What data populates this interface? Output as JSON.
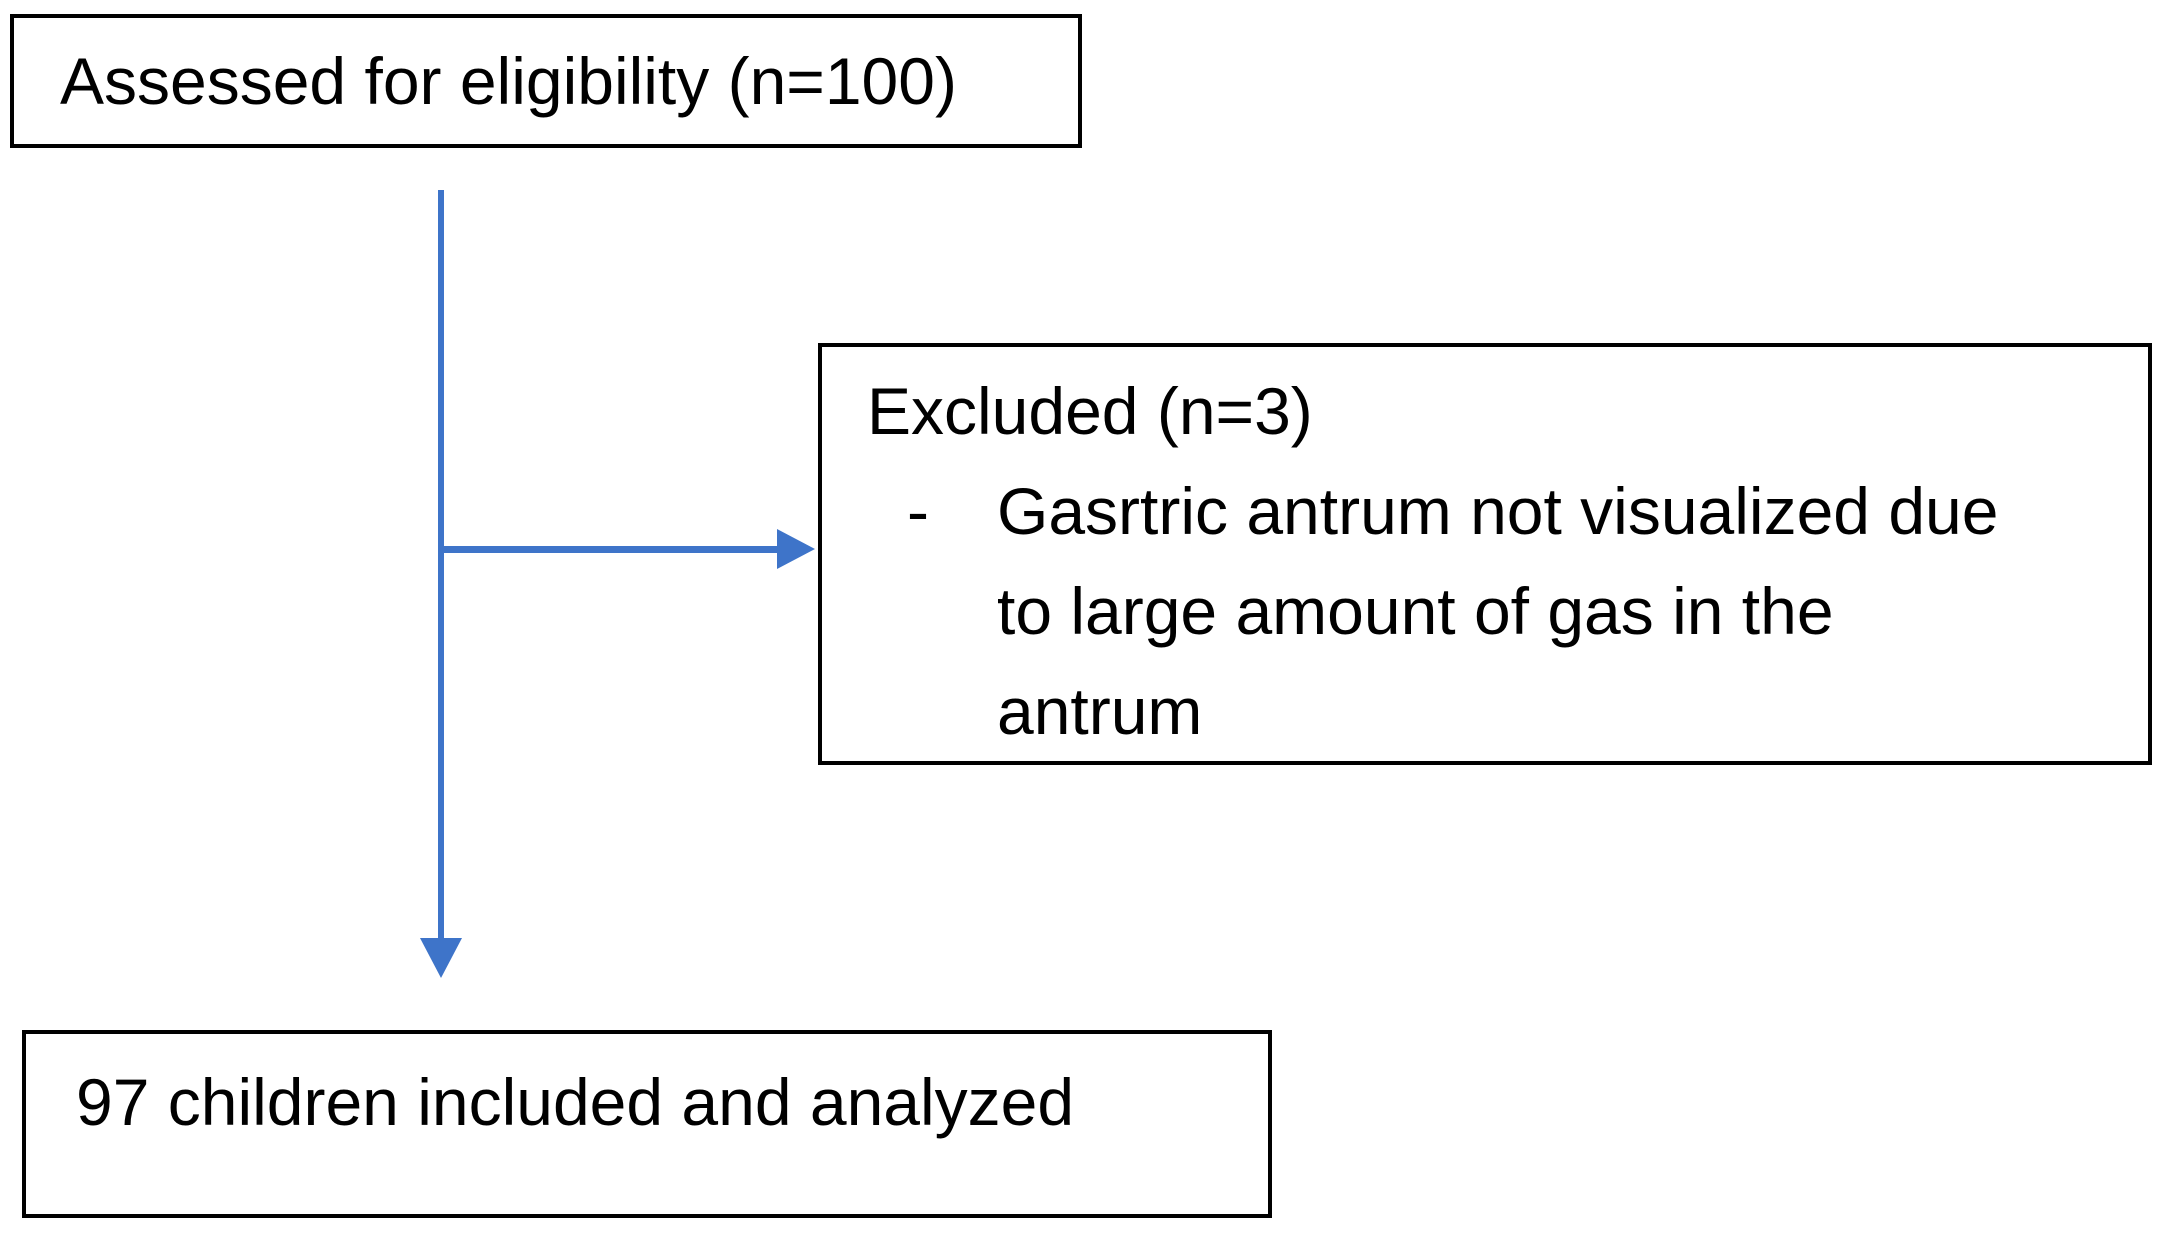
{
  "colors": {
    "arrow": "#3E74C9",
    "border": "#000000",
    "text": "#000000",
    "background": "#FFFFFF"
  },
  "flow": {
    "assessed": {
      "label": "Assessed for eligibility (n=100)"
    },
    "excluded": {
      "title": "Excluded (n=3)",
      "bullet_marker": "-",
      "bullet_text": "Gasrtric antrum not visualized due to large amount of gas in the antrum"
    },
    "analyzed": {
      "label": "97 children included and analyzed"
    }
  }
}
